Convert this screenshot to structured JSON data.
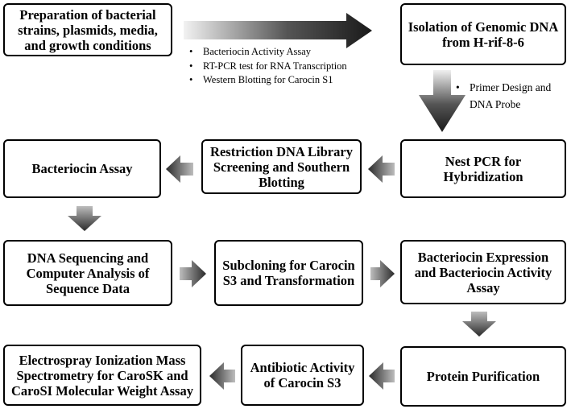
{
  "boxes": {
    "preparation": "Preparation of bacterial strains, plasmids, media, and growth conditions",
    "isolation": "Isolation of Genomic DNA from H-rif-8-6",
    "nest_pcr": "Nest PCR for Hybridization",
    "restriction": "Restriction DNA Library Screening and Southern Blotting",
    "bacteriocin_assay": "Bacteriocin Assay",
    "dna_sequencing": "DNA Sequencing and Computer Analysis of Sequence Data",
    "subcloning": "Subcloning for Carocin S3 and Transformation",
    "expression": "Bacteriocin Expression and Bacteriocin Activity Assay",
    "protein_purification": "Protein Purification",
    "antibiotic": "Antibiotic Activity of Carocin S3",
    "electrospray": "Electrospray Ionization Mass Spectrometry for CaroSK and CaroSI Molecular Weight Assay"
  },
  "top_arrow_notes": [
    "Bacteriocin Activity Assay",
    "RT-PCR test for RNA Transcription",
    "Western Blotting for Carocin S1"
  ],
  "down_arrow_notes": [
    "Primer Design and DNA Probe"
  ]
}
